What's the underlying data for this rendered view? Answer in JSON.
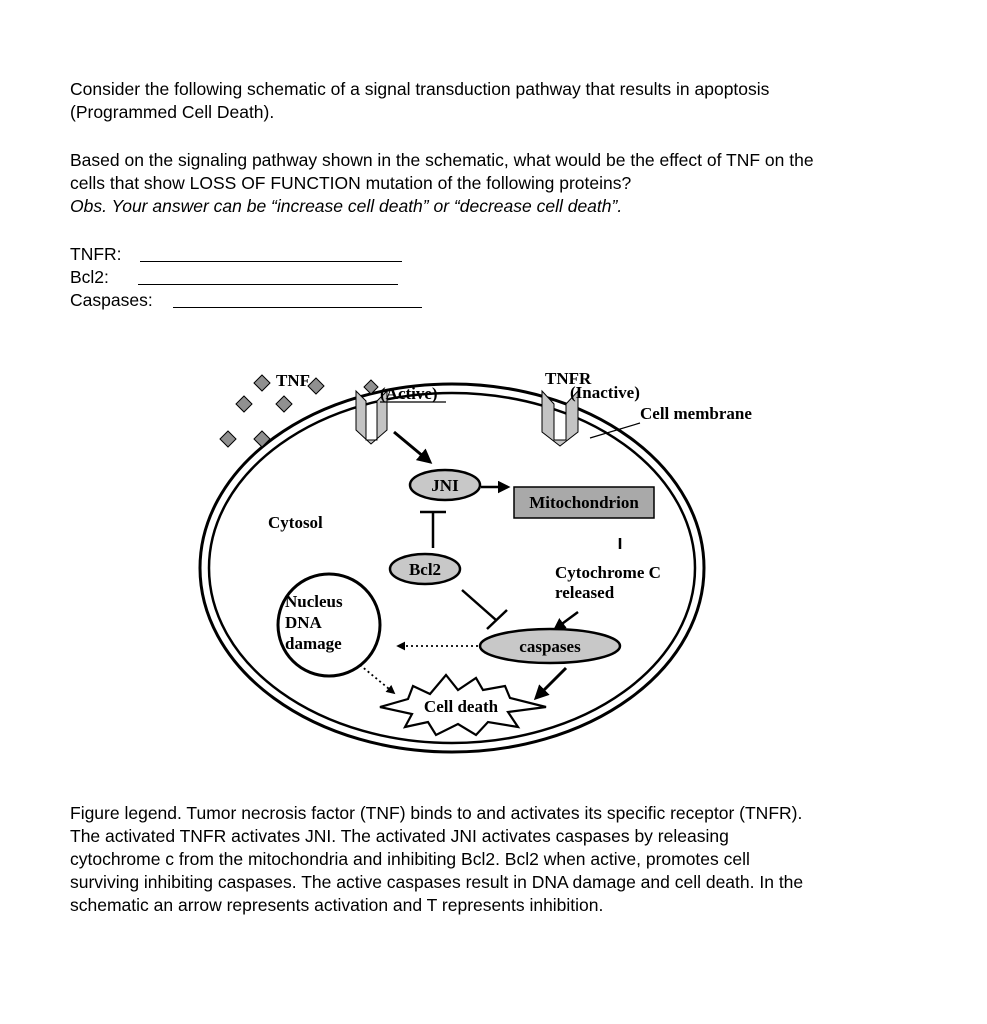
{
  "intro": {
    "line1": "Consider the following schematic of a signal transduction pathway that results in apoptosis",
    "line2": "(Programmed Cell Death)."
  },
  "question": {
    "line1": "Based on the signaling pathway shown in the schematic, what would be the effect of TNF on the",
    "line2": "cells that show LOSS OF FUNCTION mutation of the following proteins?",
    "note": "Obs. Your answer can be “increase cell death” or “decrease cell death”."
  },
  "answers": [
    {
      "label": "TNFR:",
      "value": ""
    },
    {
      "label": "Bcl2:",
      "value": ""
    },
    {
      "label": "Caspases:",
      "value": ""
    }
  ],
  "diagram": {
    "tnf": "TNF",
    "active": "(Active)",
    "tnfr": "TNFR",
    "inactive": "(Inactive)",
    "cell_membrane": "Cell membrane",
    "cytosol": "Cytosol",
    "jni": "JNI",
    "mitochondrion": "Mitochondrion",
    "bcl2": "Bcl2",
    "cytochrome_line1": "Cytochrome C",
    "cytochrome_line2": "released",
    "nucleus_line1": "Nucleus",
    "nucleus_line2": "DNA",
    "nucleus_line3": "damage",
    "caspases": "caspases",
    "cell_death": "Cell death",
    "colors": {
      "node_fill": "#c8c8c8",
      "mito_fill": "#a9a9a9",
      "receptor_fill": "#c4c4c4",
      "diamond_fill": "#909090"
    }
  },
  "legend": {
    "line1": "Figure legend. Tumor necrosis factor (TNF) binds to and activates its specific receptor (TNFR).",
    "line2": "The activated TNFR activates JNI. The activated JNI activates caspases by releasing",
    "line3": "cytochrome c from the mitochondria and inhibiting Bcl2. Bcl2 when active, promotes cell",
    "line4": "surviving inhibiting caspases. The active caspases result in DNA damage and cell death. In the",
    "line5": "schematic an arrow represents activation and T represents inhibition."
  }
}
